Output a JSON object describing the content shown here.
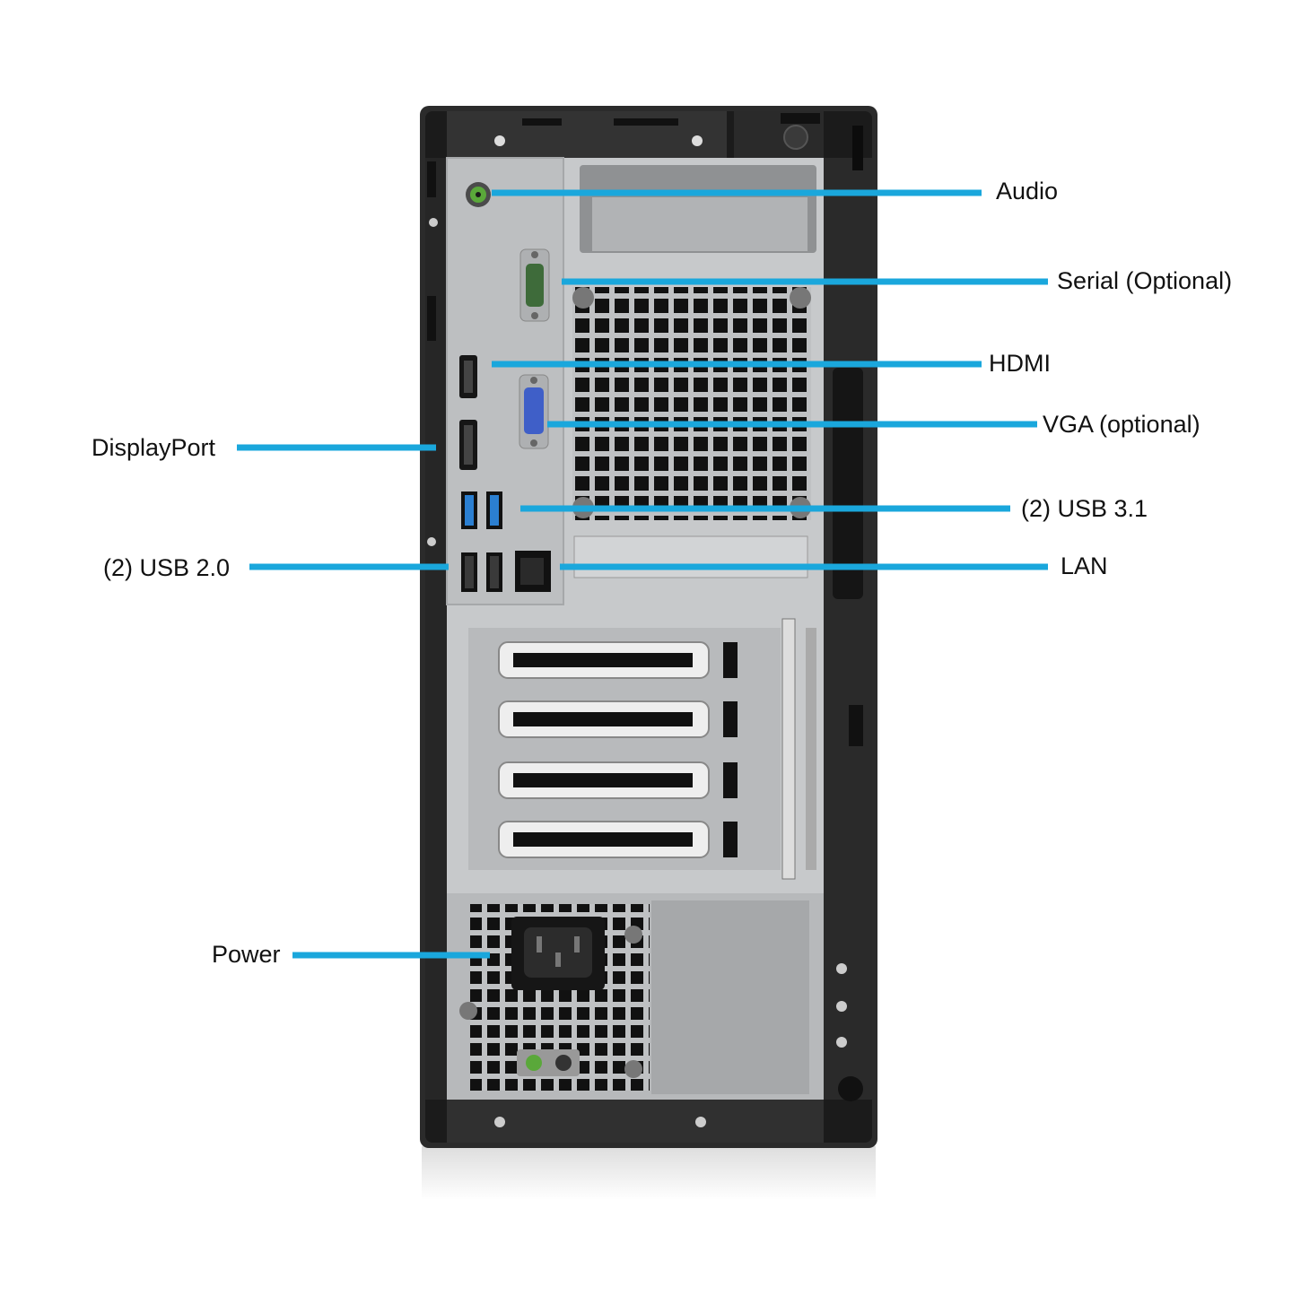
{
  "callouts": {
    "audio": "Audio",
    "serial": "Serial (Optional)",
    "hdmi": "HDMI",
    "vga": "VGA (optional)",
    "displayport": "DisplayPort",
    "usb31": "(2) USB 3.1",
    "usb20": "(2) USB 2.0",
    "lan": "LAN",
    "power": "Power"
  },
  "colors": {
    "callout_line": "#1aa7dc",
    "chassis": "#2b2b2b",
    "panel": "#c9cbcd",
    "usb3_blue": "#2b7fd1",
    "audio_green": "#5aa83a",
    "vga_blue": "#3f5fc8"
  }
}
